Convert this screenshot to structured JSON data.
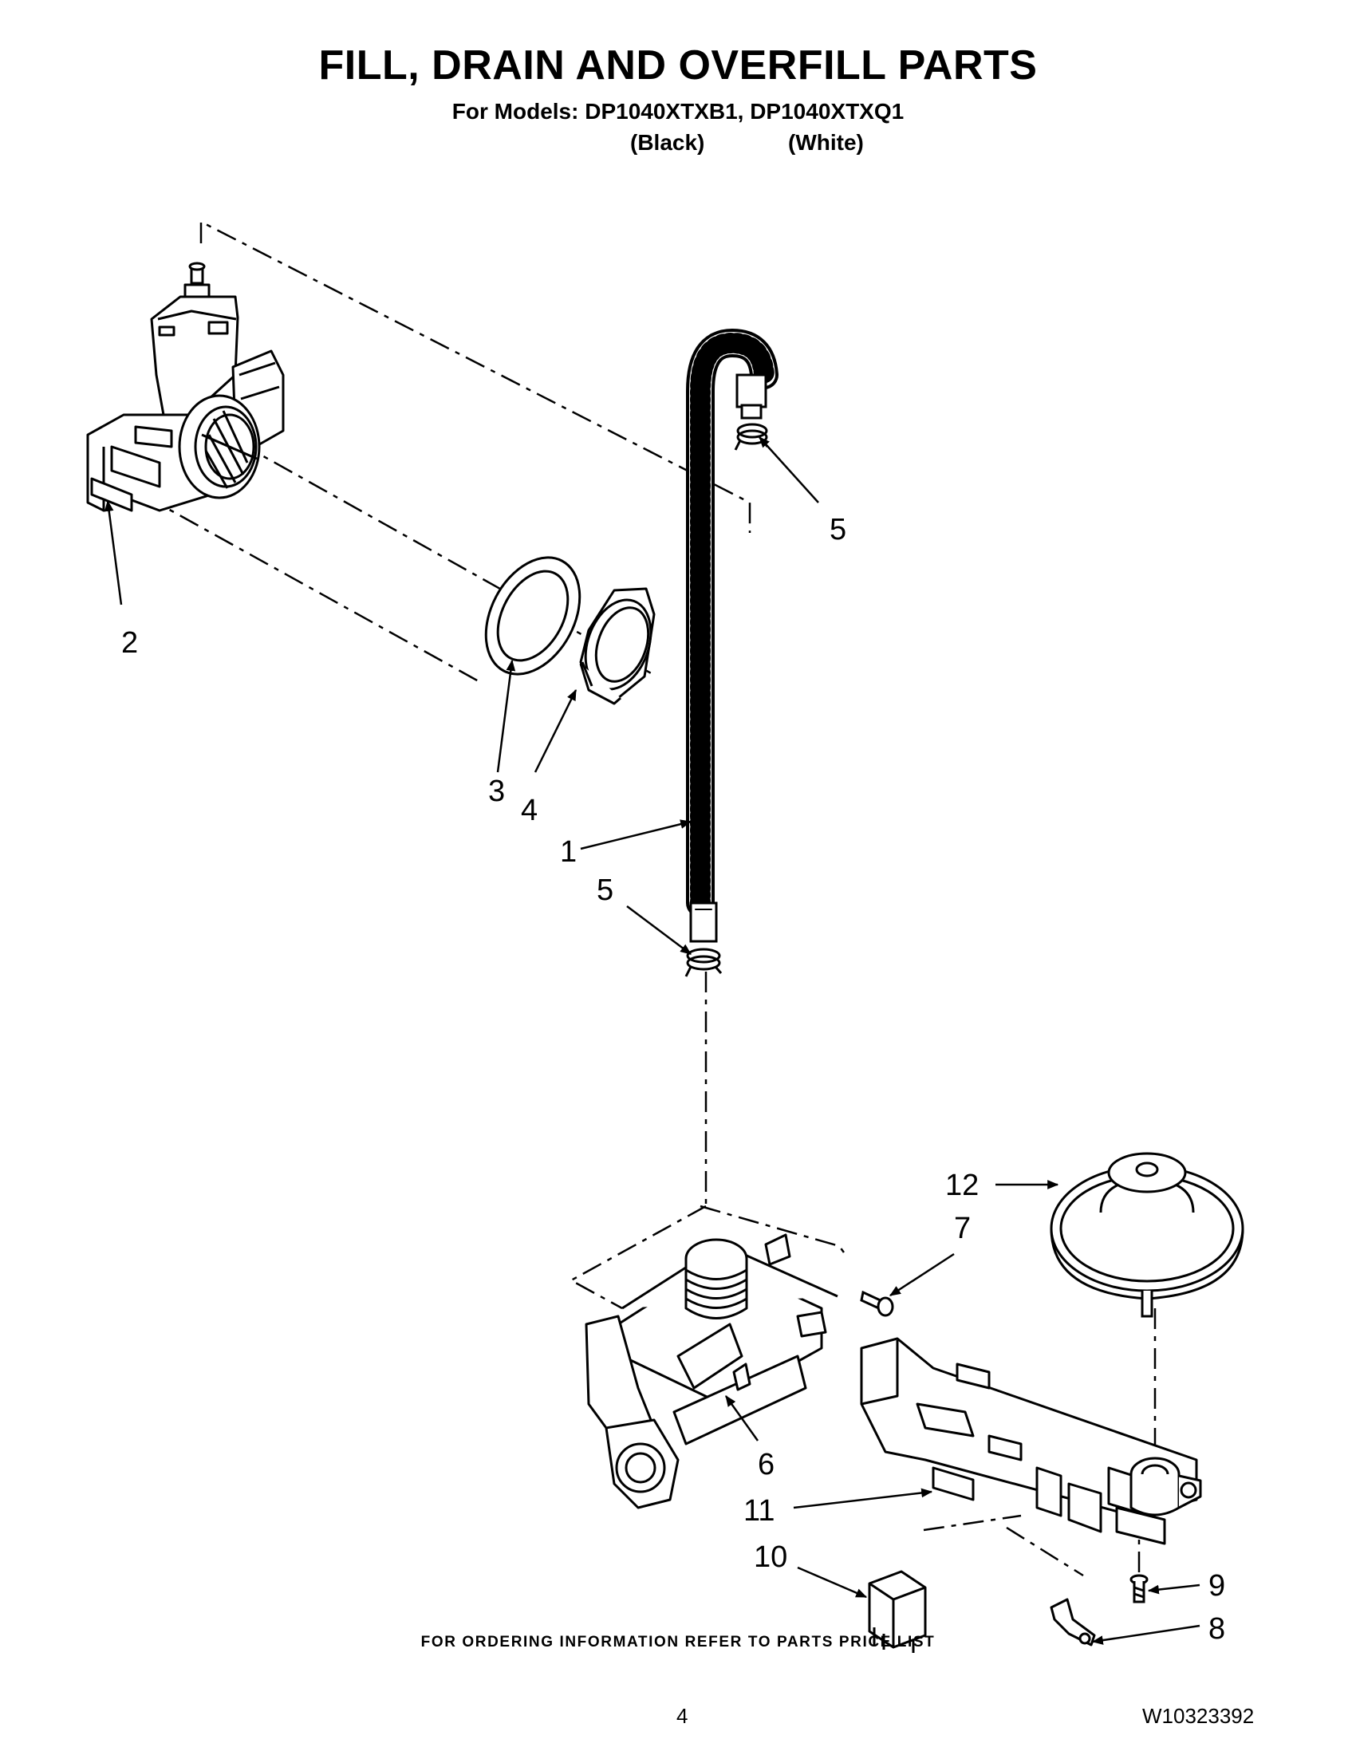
{
  "header": {
    "title": "FILL, DRAIN AND OVERFILL PARTS",
    "models_line": "For Models: DP1040XTXB1, DP1040XTXQ1",
    "color_1": "(Black)",
    "color_2": "(White)"
  },
  "callouts": {
    "c1": "1",
    "c2": "2",
    "c3": "3",
    "c4": "4",
    "c5a": "5",
    "c5b": "5",
    "c6": "6",
    "c7": "7",
    "c8": "8",
    "c9": "9",
    "c10": "10",
    "c11": "11",
    "c12": "12"
  },
  "footer": {
    "ordering_note": "FOR ORDERING INFORMATION REFER TO PARTS PRICE LIST",
    "page_number": "4",
    "doc_number": "W10323392"
  }
}
